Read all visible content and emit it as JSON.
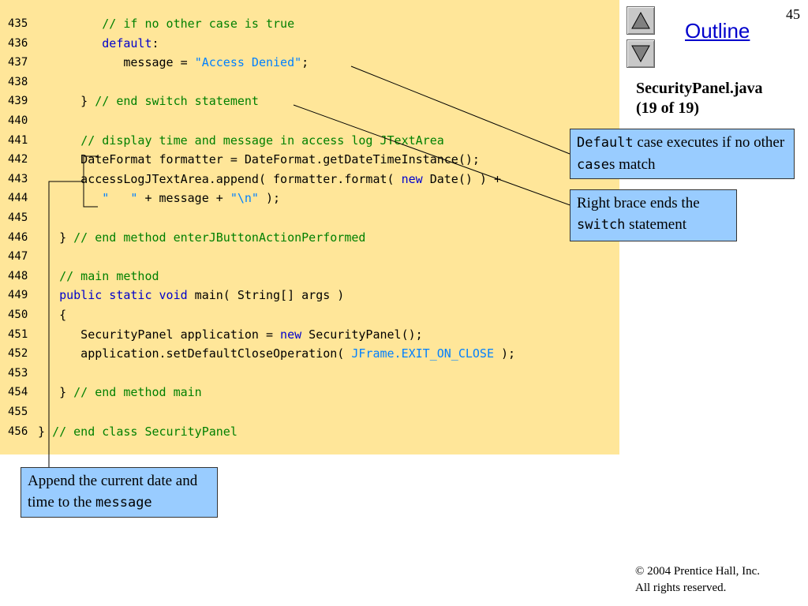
{
  "page_number": "45",
  "outline_label": "Outline",
  "file_title": "SecurityPanel.java",
  "file_subtitle": "(19 of 19)",
  "nav_icons": {
    "up": "up-triangle-icon",
    "down": "down-triangle-icon"
  },
  "code_lines": [
    {
      "n": "435",
      "parts": [
        [
          "",
          "         "
        ],
        [
          "cm",
          "// if no other case is true"
        ]
      ]
    },
    {
      "n": "436",
      "parts": [
        [
          "",
          "         "
        ],
        [
          "kw",
          "default"
        ],
        [
          "",
          ":"
        ]
      ]
    },
    {
      "n": "437",
      "parts": [
        [
          "",
          "            message = "
        ],
        [
          "st",
          "\"Access Denied\""
        ],
        [
          "",
          ";"
        ]
      ]
    },
    {
      "n": "438",
      "parts": [
        [
          "",
          ""
        ]
      ]
    },
    {
      "n": "439",
      "parts": [
        [
          "",
          "      } "
        ],
        [
          "cm",
          "// end switch statement"
        ]
      ]
    },
    {
      "n": "440",
      "parts": [
        [
          "",
          ""
        ]
      ]
    },
    {
      "n": "441",
      "parts": [
        [
          "",
          "      "
        ],
        [
          "cm",
          "// display time and message in access log JTextArea"
        ]
      ]
    },
    {
      "n": "442",
      "parts": [
        [
          "",
          "      DateFormat formatter = DateFormat.getDateTimeInstance();"
        ]
      ]
    },
    {
      "n": "443",
      "parts": [
        [
          "",
          "      accessLogJTextArea.append( formatter.format( "
        ],
        [
          "kw",
          "new"
        ],
        [
          "",
          " Date() ) +"
        ]
      ]
    },
    {
      "n": "444",
      "parts": [
        [
          "",
          "         "
        ],
        [
          "st",
          "\"   \""
        ],
        [
          "",
          " + message + "
        ],
        [
          "st",
          "\"\\n\""
        ],
        [
          "",
          " );"
        ]
      ]
    },
    {
      "n": "445",
      "parts": [
        [
          "",
          ""
        ]
      ]
    },
    {
      "n": "446",
      "parts": [
        [
          "",
          "   } "
        ],
        [
          "cm",
          "// end method enterJButtonActionPerformed"
        ]
      ]
    },
    {
      "n": "447",
      "parts": [
        [
          "",
          ""
        ]
      ]
    },
    {
      "n": "448",
      "parts": [
        [
          "",
          "   "
        ],
        [
          "cm",
          "// main method"
        ]
      ]
    },
    {
      "n": "449",
      "parts": [
        [
          "",
          "   "
        ],
        [
          "kw",
          "public static void"
        ],
        [
          "",
          " main( String[] args )"
        ]
      ]
    },
    {
      "n": "450",
      "parts": [
        [
          "",
          "   {"
        ]
      ]
    },
    {
      "n": "451",
      "parts": [
        [
          "",
          "      SecurityPanel application = "
        ],
        [
          "kw",
          "new"
        ],
        [
          "",
          " SecurityPanel();"
        ]
      ]
    },
    {
      "n": "452",
      "parts": [
        [
          "",
          "      application.setDefaultCloseOperation( "
        ],
        [
          "st",
          "JFrame.EXIT_ON_CLOSE"
        ],
        [
          "",
          " );"
        ]
      ]
    },
    {
      "n": "453",
      "parts": [
        [
          "",
          ""
        ]
      ]
    },
    {
      "n": "454",
      "parts": [
        [
          "",
          "   } "
        ],
        [
          "cm",
          "// end method main"
        ]
      ]
    },
    {
      "n": "455",
      "parts": [
        [
          "",
          ""
        ]
      ]
    },
    {
      "n": "456",
      "parts": [
        [
          "",
          "} "
        ],
        [
          "cm",
          "// end class SecurityPanel"
        ]
      ]
    }
  ],
  "callouts": {
    "default_case": {
      "code1": "Default",
      "text1": " case executes if no other ",
      "code2": "case",
      "text2": "s match"
    },
    "right_brace": {
      "text1": "Right brace ends the ",
      "code1": "switch",
      "text2": " statement"
    },
    "append": {
      "text1": "Append the current date and time to the ",
      "code1": "message"
    }
  },
  "copyright": {
    "line1": "© 2004 Prentice Hall, Inc.",
    "line2": "All rights reserved."
  },
  "colors": {
    "code_background": "#ffe699",
    "callout_background": "#99ccff",
    "keyword": "#0000cc",
    "comment": "#008000",
    "string": "#0080ff"
  }
}
